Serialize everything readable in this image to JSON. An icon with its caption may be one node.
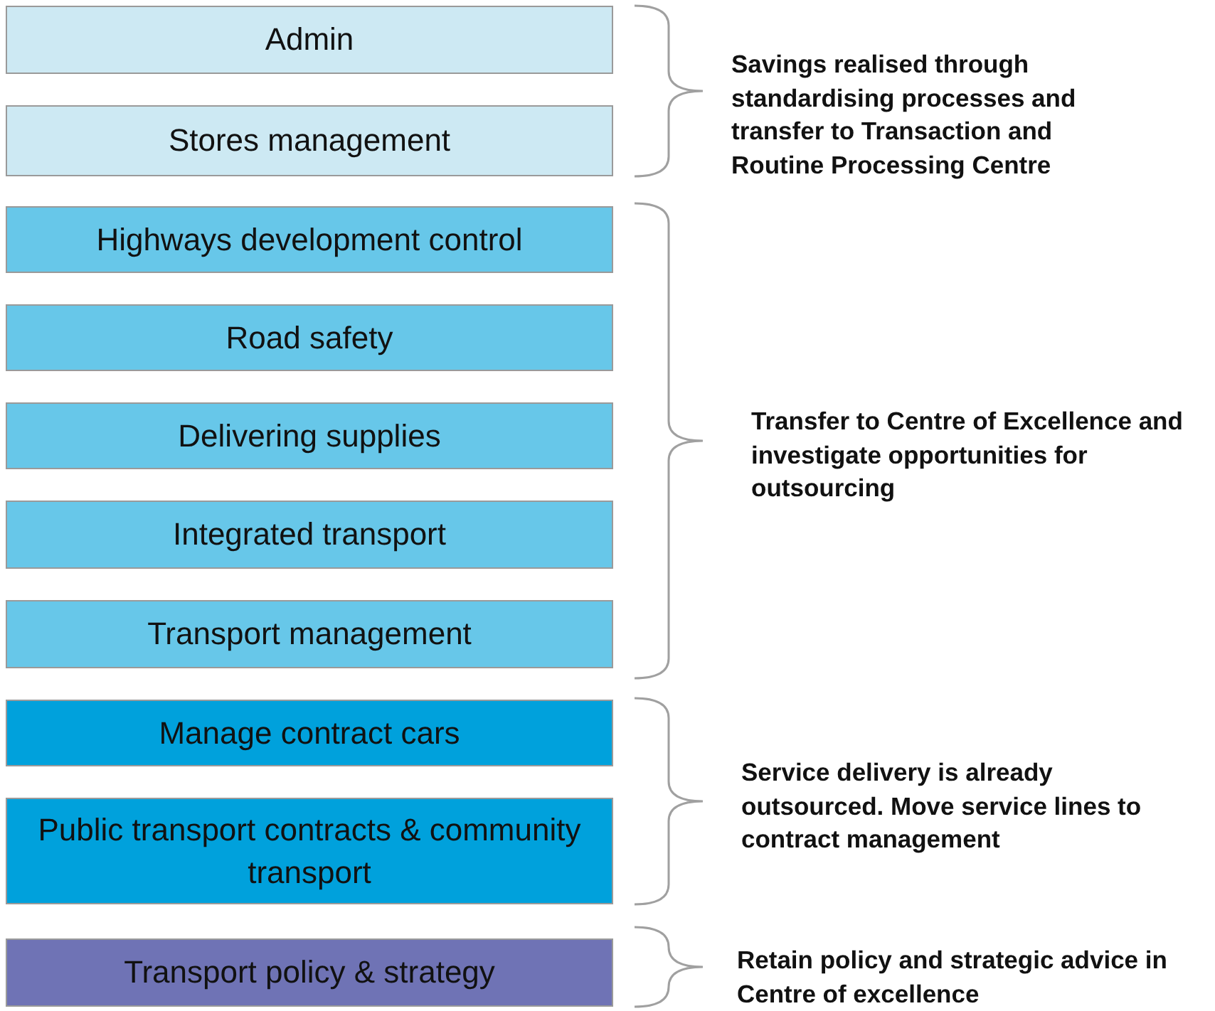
{
  "diagram": {
    "nodes": [
      {
        "text": [
          "Admin"
        ]
      },
      {
        "text": [
          "Stores management"
        ]
      },
      {
        "text": [
          "Highways development control"
        ]
      },
      {
        "text": [
          "Road safety"
        ]
      },
      {
        "text": [
          "Delivering supplies"
        ]
      },
      {
        "text": [
          "Integrated transport"
        ]
      },
      {
        "text": [
          "Transport management"
        ]
      },
      {
        "text": [
          "Manage contract cars"
        ]
      },
      {
        "text": [
          "Public transport contracts & community transport"
        ]
      },
      {
        "text": [
          "Transport policy & strategy"
        ]
      }
    ],
    "edges": [],
    "labels": [
      "Savings realised through standardising processes and transfer to Transaction and Routine Processing Centre",
      "Transfer to Centre of Excellence and investigate opportunities for outsourcing",
      "Service delivery is already outsourced. Move service lines to contract management",
      "Retain policy and strategic advice in Centre of excellence"
    ]
  }
}
